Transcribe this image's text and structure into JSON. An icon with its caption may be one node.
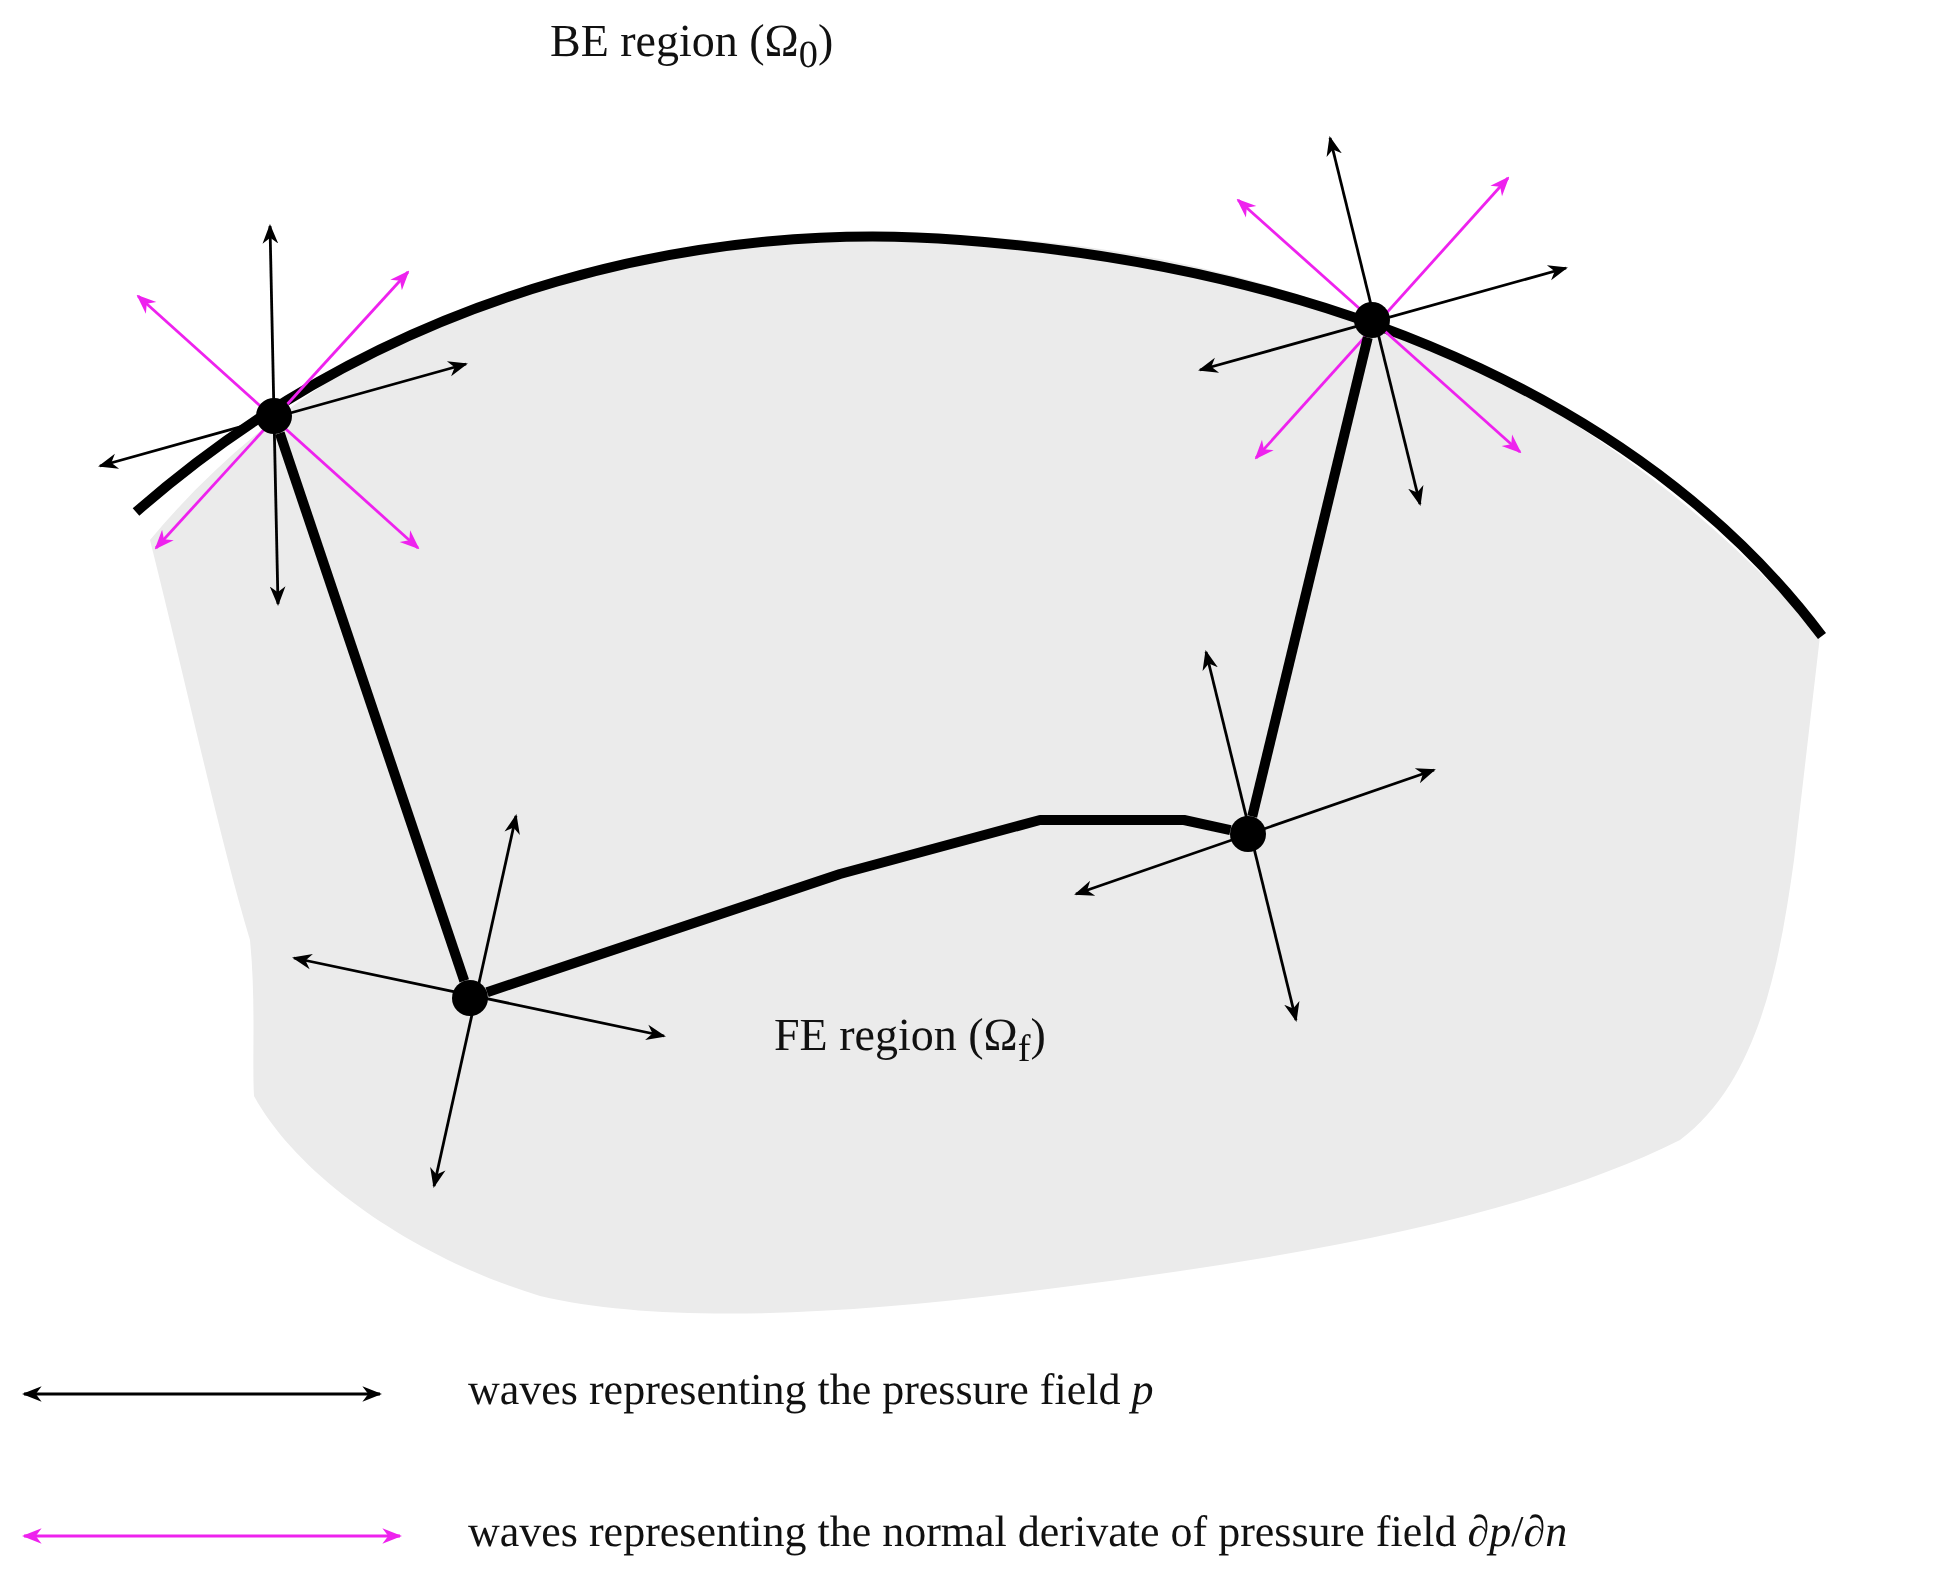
{
  "diagram": {
    "nodes": [
      {
        "text": [],
        "shape": "circle"
      },
      {
        "text": [],
        "shape": "circle"
      },
      {
        "text": [],
        "shape": "circle"
      },
      {
        "text": [],
        "shape": "circle"
      }
    ],
    "edges": [
      {
        "from": 0,
        "to": 1,
        "arrow": "none"
      },
      {
        "from": 1,
        "to": 2,
        "arrow": "none"
      },
      {
        "from": 2,
        "to": 3,
        "arrow": "none"
      }
    ],
    "labels": [
      "BE region (Ω$_{0}$)",
      "FE region (Ω$_{f}$)"
    ],
    "legend": [
      {
        "text": "waves representing the pressure field *p*"
      },
      {
        "text": "waves representing the normal derivate of pressure field ∂*p*/∂*n*"
      }
    ]
  }
}
